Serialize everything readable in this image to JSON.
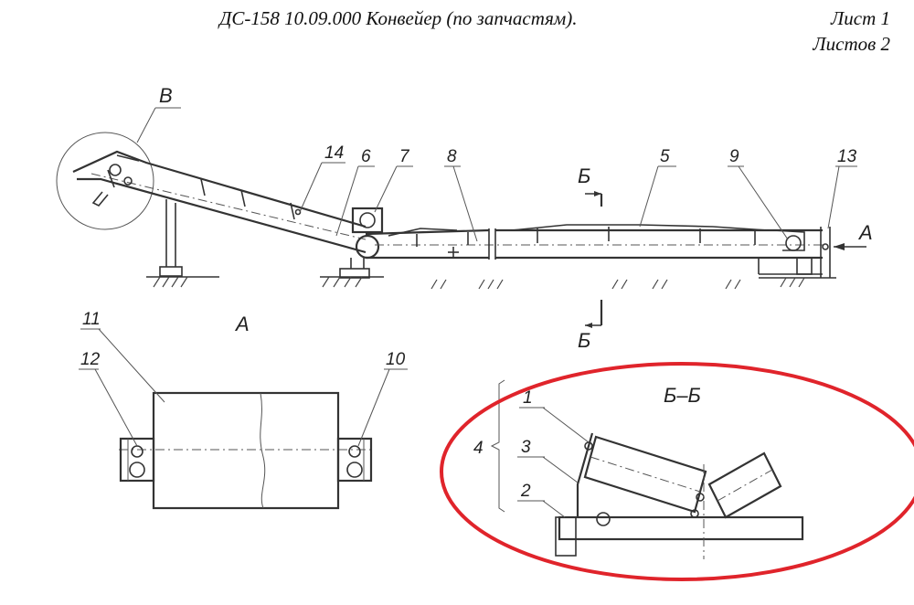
{
  "header": {
    "title": "ДС-158 10.09.000 Конвейер (по запчастям).",
    "sheet": "Лист 1",
    "sheets": "Листов 2"
  },
  "labels": {
    "view_b": "В",
    "n14": "14",
    "n6": "6",
    "n7": "7",
    "n8": "8",
    "section_b_top": "Б",
    "n5": "5",
    "n9": "9",
    "n13": "13",
    "arrow_a": "А",
    "section_b_bottom": "Б",
    "n11": "11",
    "view_a": "А",
    "n12": "12",
    "n10": "10",
    "section_bb": "Б–Б",
    "n1": "1",
    "n4": "4",
    "n3": "3",
    "n2": "2"
  },
  "colors": {
    "highlight_ellipse": "#e0242b",
    "line": "#333333"
  }
}
